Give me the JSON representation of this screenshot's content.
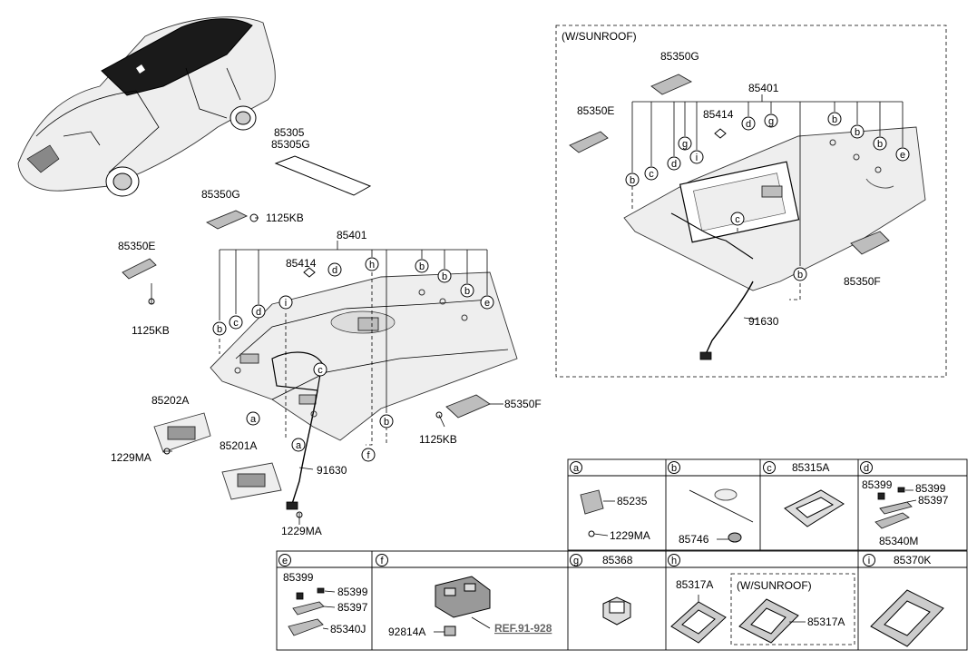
{
  "sunroof_box": {
    "title": "(W/SUNROOF)"
  },
  "main": {
    "labels": {
      "p85305": "85305",
      "p85305G": "85305G",
      "p85350G": "85350G",
      "p1125KB_a": "1125KB",
      "p85401": "85401",
      "p85350E": "85350E",
      "p85414": "85414",
      "p1125KB_b": "1125KB",
      "p85202A": "85202A",
      "p85201A": "85201A",
      "p1229MA_a": "1229MA",
      "p1229MA_b": "1229MA",
      "p91630": "91630",
      "p85350F": "85350F",
      "p1125KB_c": "1125KB"
    },
    "callouts": [
      "b",
      "c",
      "d",
      "i",
      "h",
      "b",
      "b",
      "b",
      "e",
      "c",
      "a",
      "a",
      "b",
      "f",
      "d"
    ]
  },
  "sunroof": {
    "labels": {
      "p85350G": "85350G",
      "p85401": "85401",
      "p85350E": "85350E",
      "p85414": "85414",
      "p85350F": "85350F",
      "p91630": "91630"
    },
    "callouts": [
      "b",
      "c",
      "d",
      "g",
      "i",
      "d",
      "g",
      "b",
      "b",
      "b",
      "e",
      "c",
      "b"
    ]
  },
  "table": {
    "cells": [
      {
        "key": "a",
        "header": "",
        "parts": [
          "85235",
          "1229MA"
        ]
      },
      {
        "key": "b",
        "header": "",
        "parts": [
          "85746"
        ]
      },
      {
        "key": "c",
        "header": "85315A",
        "parts": []
      },
      {
        "key": "d",
        "header": "",
        "parts": [
          "85399",
          "85399",
          "85397",
          "85340M"
        ]
      },
      {
        "key": "e",
        "header": "",
        "parts": [
          "85399",
          "85399",
          "85397",
          "85340J"
        ]
      },
      {
        "key": "f",
        "header": "",
        "parts": [
          "92814A",
          "REF.91-928"
        ]
      },
      {
        "key": "g",
        "header": "85368",
        "parts": []
      },
      {
        "key": "h",
        "header": "",
        "parts": [
          "85317A",
          "85317A"
        ],
        "sub_title": "(W/SUNROOF)"
      },
      {
        "key": "i",
        "header": "85370K",
        "parts": []
      }
    ]
  }
}
